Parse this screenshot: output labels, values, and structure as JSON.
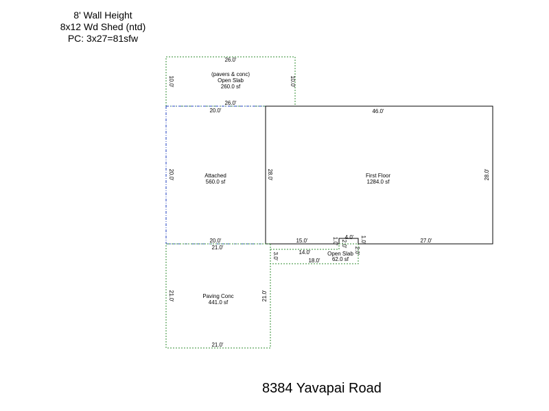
{
  "notes": {
    "line1": "8' Wall Height",
    "line2": "8x12 Wd Shed (ntd)",
    "line3": "PC: 3x27=81sfw"
  },
  "address": "8384 Yavapai Road",
  "areas": {
    "top_slab": {
      "title": "(pavers & conc)",
      "name": "Open Slab",
      "area": "260.0 sf"
    },
    "attached": {
      "name": "Attached",
      "area": "560.0 sf"
    },
    "first_floor": {
      "name": "First Floor",
      "area": "1284.0 sf"
    },
    "paving": {
      "name": "Paving Conc",
      "area": "441.0 sf"
    },
    "small_slab": {
      "name": "Open Slab",
      "area": "62.0 sf"
    }
  },
  "dims": {
    "top_slab_top": "26.0'",
    "top_slab_bottom": "26.0'",
    "top_slab_left": "10.0'",
    "top_slab_right": "10.0'",
    "attached_top": "20.0'",
    "attached_left": "20.0'",
    "attached_bottom": "20.0'",
    "first_top": "46.0'",
    "first_left": "28.0'",
    "first_right": "28.0'",
    "first_bottom_left": "15.0'",
    "first_bottom_right": "27.0'",
    "notch_a": "1.0'",
    "notch_b": "4.0'",
    "notch_c": "1.0'",
    "notch_d": "2.0'",
    "notch_e": "2.0'",
    "paving_top": "21.0'",
    "paving_left": "21.0'",
    "paving_right": "21.0'",
    "paving_bottom": "21.0'",
    "small_slab_top": "14.0'",
    "small_slab_bottom": "18.0'",
    "small_slab_left": "3.0'"
  },
  "colors": {
    "outline": "#000000",
    "dotted": "#2e8b2e",
    "dashed": "#1f3fbf"
  }
}
